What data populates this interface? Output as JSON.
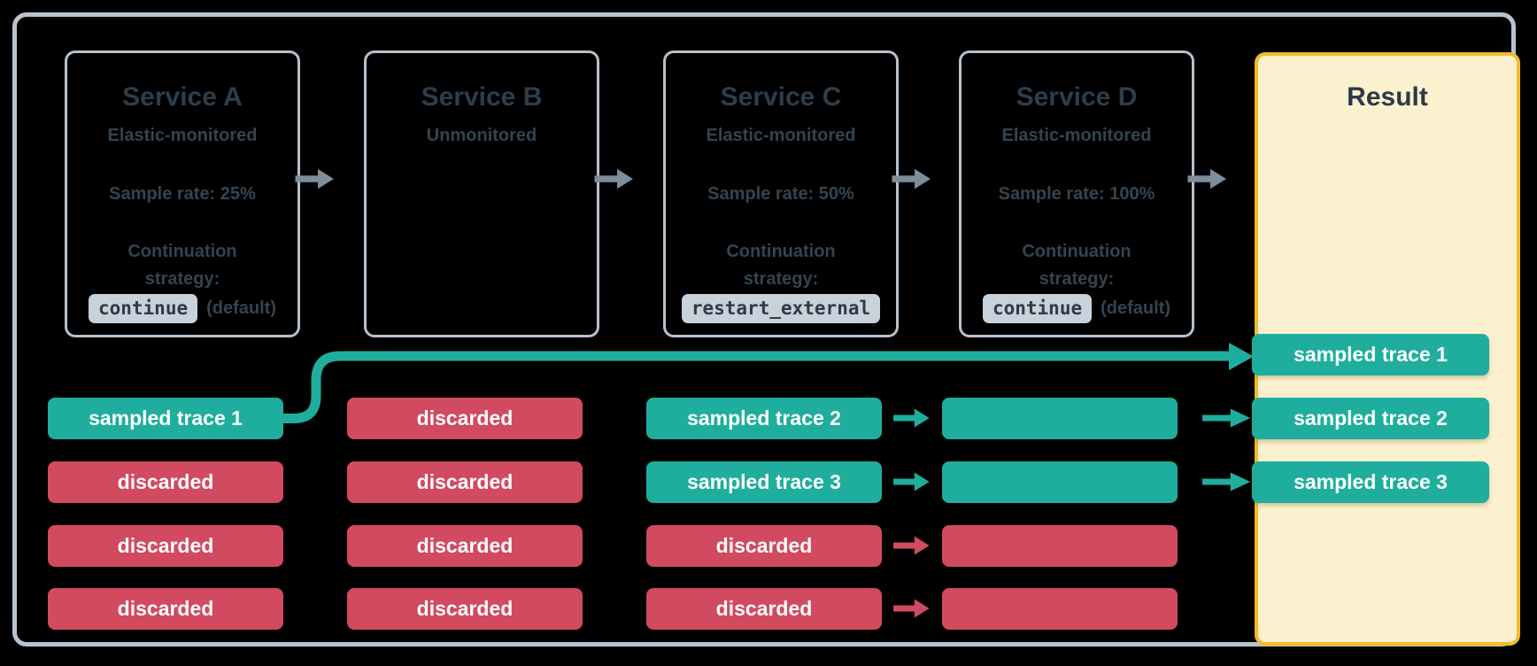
{
  "diagram": {
    "services": [
      {
        "title": "Service A",
        "monitoring": "Elastic-monitored",
        "sample_rate": "Sample rate: 25%",
        "continuation_line1": "Continuation",
        "continuation_line2": "strategy:",
        "strategy_code": "continue",
        "strategy_note": "(default)"
      },
      {
        "title": "Service B",
        "monitoring": "Unmonitored"
      },
      {
        "title": "Service C",
        "monitoring": "Elastic-monitored",
        "sample_rate": "Sample rate: 50%",
        "continuation_line1": "Continuation",
        "continuation_line2": "strategy:",
        "strategy_code": "restart_external"
      },
      {
        "title": "Service D",
        "monitoring": "Elastic-monitored",
        "sample_rate": "Sample rate: 100%",
        "continuation_line1": "Continuation",
        "continuation_line2": "strategy:",
        "strategy_code": "continue",
        "strategy_note": "(default)"
      }
    ],
    "result": {
      "title": "Result",
      "traces": [
        "sampled trace 1",
        "sampled trace 2",
        "sampled trace 3"
      ]
    },
    "traces": {
      "service_a": [
        "sampled trace 1",
        "discarded",
        "discarded",
        "discarded"
      ],
      "service_b": [
        "discarded",
        "discarded",
        "discarded",
        "discarded"
      ],
      "service_c": [
        "sampled trace 2",
        "sampled trace 3",
        "discarded",
        "discarded"
      ]
    },
    "colors": {
      "sampled": "#1FAE9D",
      "discarded": "#D14A5F",
      "result_background": "#FBF1CF",
      "result_border": "#F4BA2C",
      "service_box_border": "#B6C1CC",
      "outer_border": "#B9C3CE",
      "text_dark_slate": "#2E3D4A",
      "arrow_gray": "#7D8D9B",
      "code_chip_background": "#C8D2DB",
      "canvas_background": "#000000"
    }
  }
}
